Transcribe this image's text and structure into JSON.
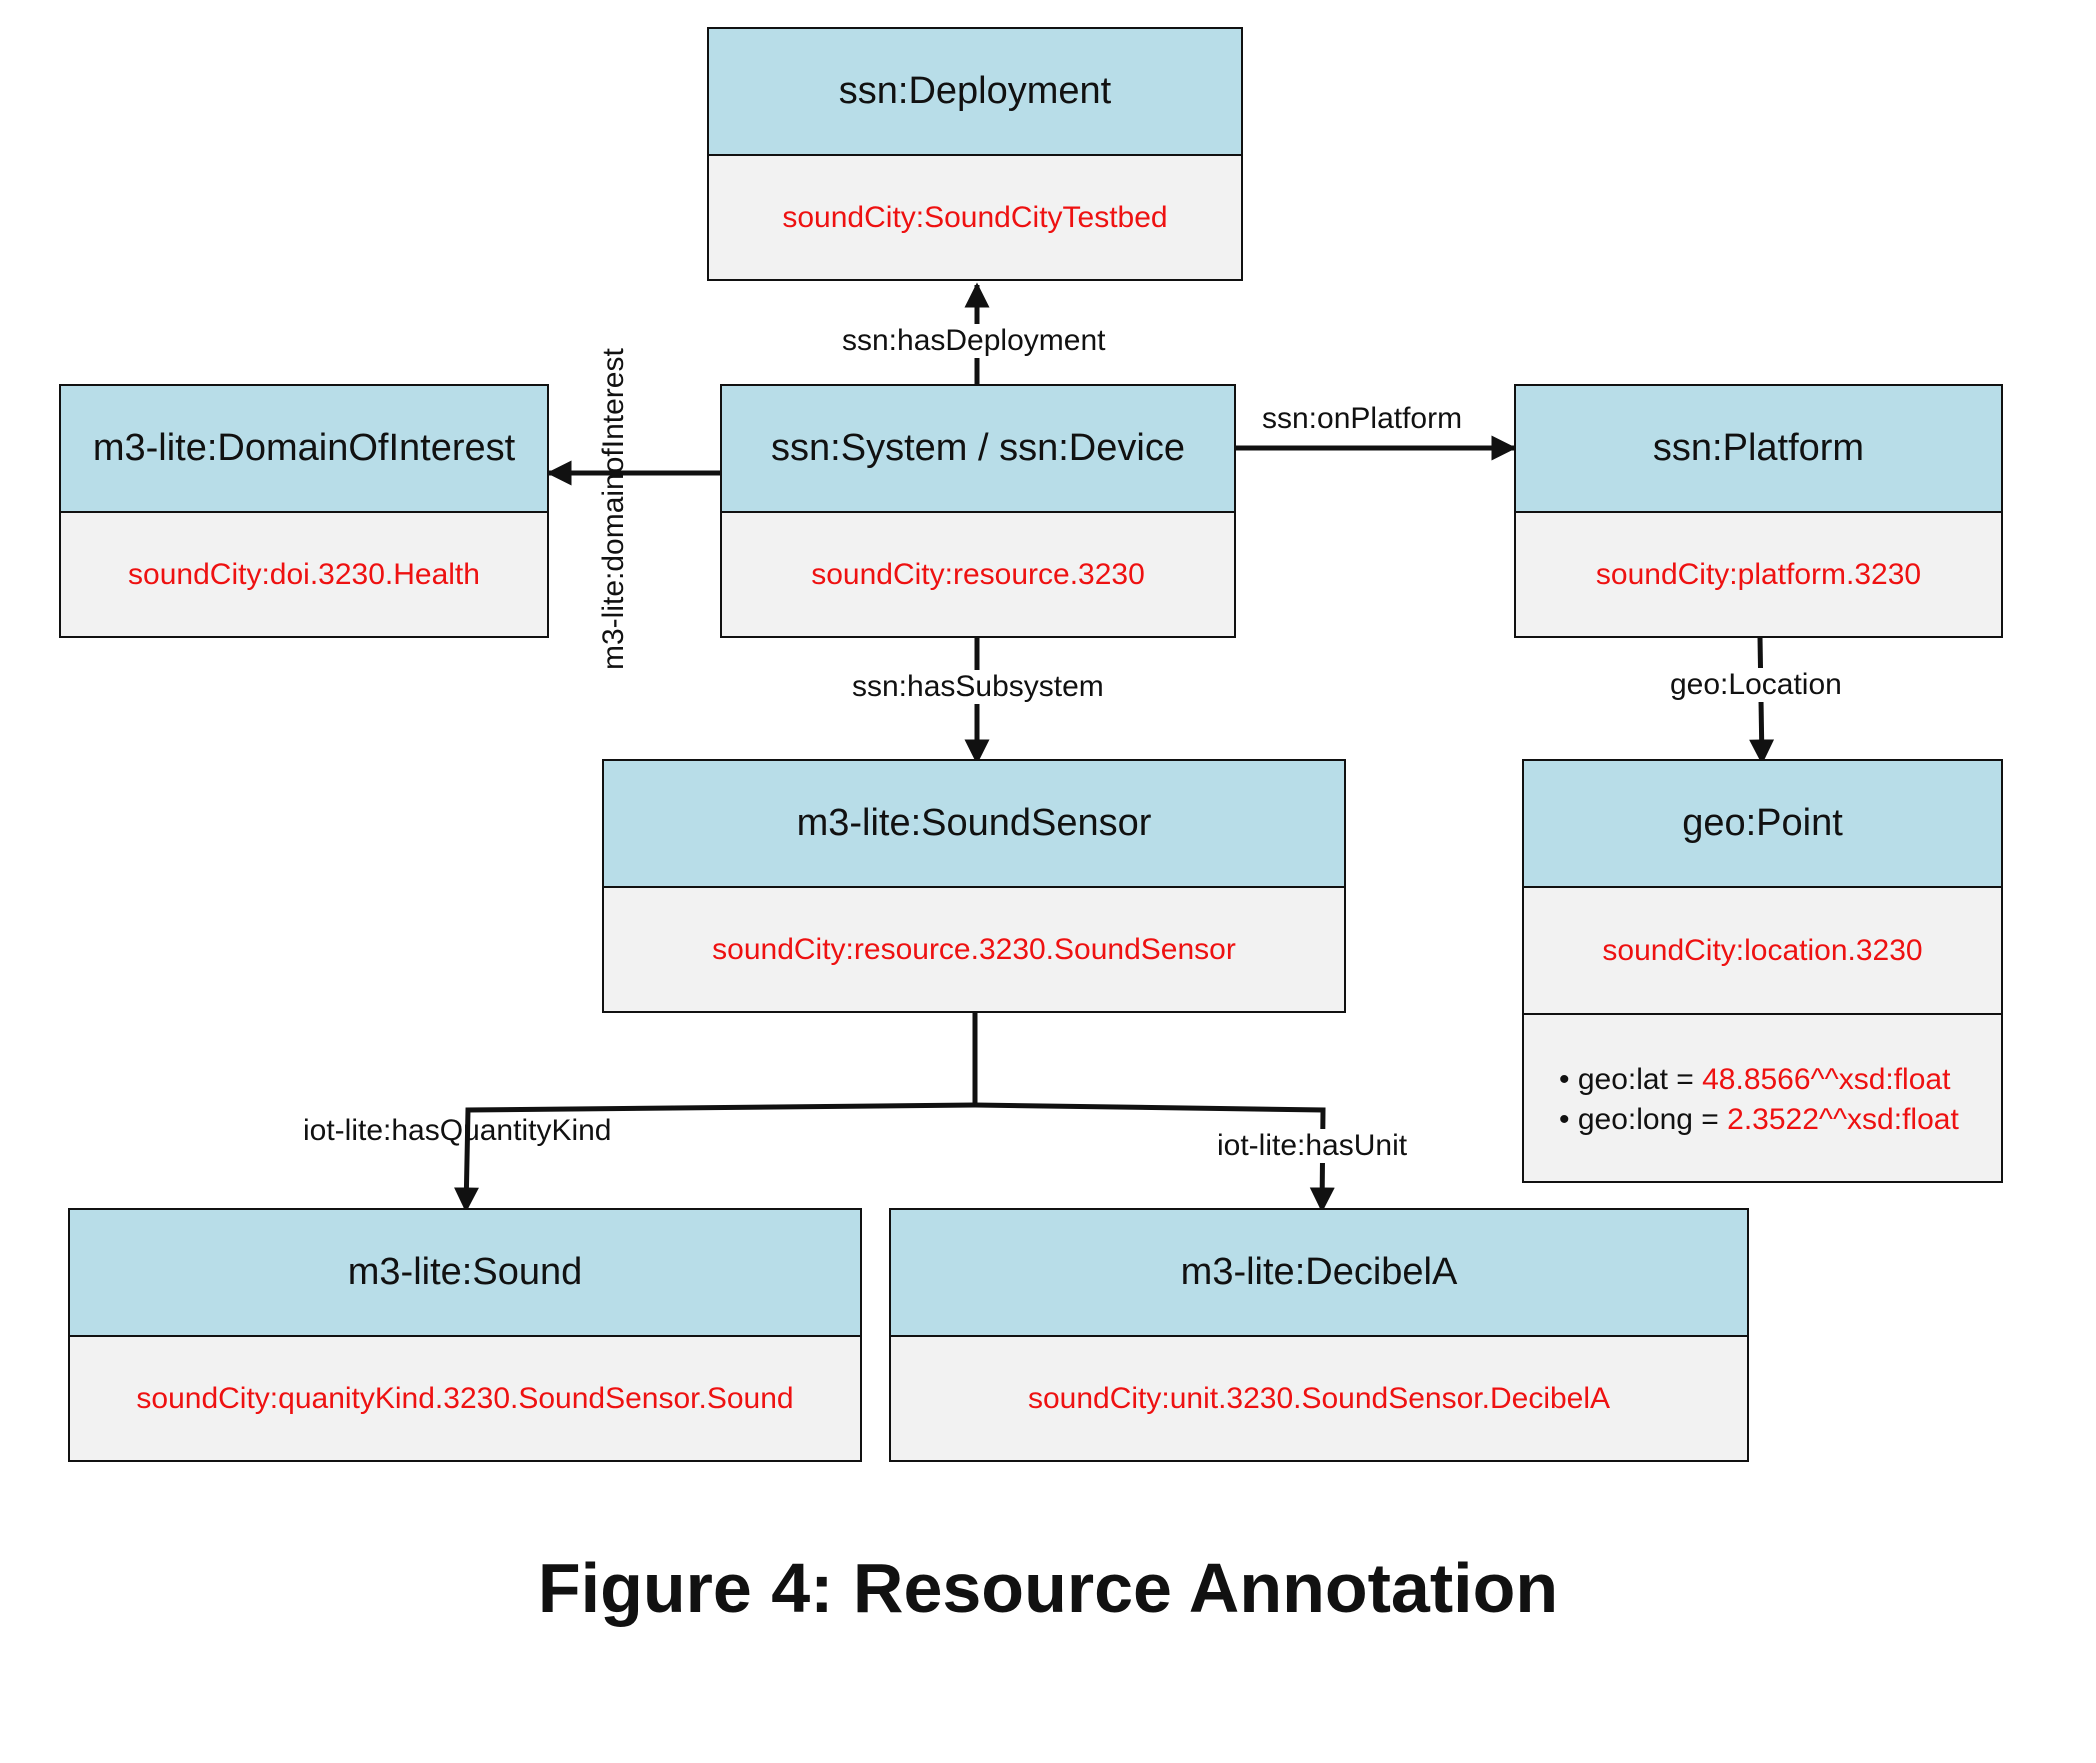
{
  "nodes": {
    "deployment": {
      "class": "ssn:Deployment",
      "instance": "soundCity:SoundCityTestbed"
    },
    "domain": {
      "class": "m3-lite:DomainOfInterest",
      "instance": "soundCity:doi.3230.Health"
    },
    "system": {
      "class": "ssn:System / ssn:Device",
      "instance": "soundCity:resource.3230"
    },
    "platform": {
      "class": "ssn:Platform",
      "instance": "soundCity:platform.3230"
    },
    "sensor": {
      "class": "m3-lite:SoundSensor",
      "instance": "soundCity:resource.3230.SoundSensor"
    },
    "point": {
      "class": "geo:Point",
      "instance": "soundCity:location.3230",
      "attributes": [
        {
          "name": "geo:lat = ",
          "value": "48.8566^^xsd:float"
        },
        {
          "name": "geo:long = ",
          "value": "2.3522^^xsd:float"
        }
      ]
    },
    "sound": {
      "class": "m3-lite:Sound",
      "instance": "soundCity:quanityKind.3230.SoundSensor.Sound"
    },
    "decibel": {
      "class": "m3-lite:DecibelA",
      "instance": "soundCity:unit.3230.SoundSensor.DecibelA"
    }
  },
  "edges": {
    "has_deployment": "ssn:hasDeployment",
    "domain_of_interest": "m3-lite:domainofInterest",
    "on_platform": "ssn:onPlatform",
    "has_subsystem": "ssn:hasSubsystem",
    "geo_location": "geo:Location",
    "has_quantity_kind": "iot-lite:hasQuantityKind",
    "has_unit": "iot-lite:hasUnit"
  },
  "colors": {
    "header": "#b8dde8",
    "body": "#f2f2f2",
    "instance_text": "#ee1111",
    "line": "#111111"
  },
  "caption": "Figure 4: Resource Annotation"
}
